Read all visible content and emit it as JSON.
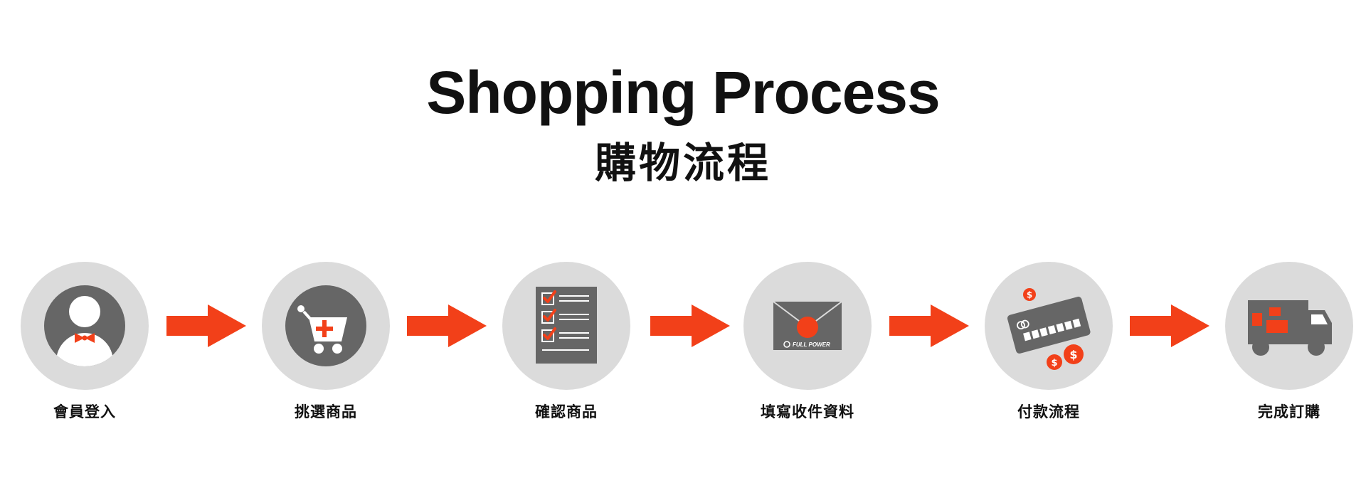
{
  "title": "Shopping Process",
  "subtitle": "購物流程",
  "steps": [
    {
      "label": "會員登入",
      "icon": "member-avatar-icon"
    },
    {
      "label": "挑選商品",
      "icon": "shopping-cart-add-icon"
    },
    {
      "label": "確認商品",
      "icon": "checklist-icon"
    },
    {
      "label": "填寫收件資料",
      "icon": "envelope-icon"
    },
    {
      "label": "付款流程",
      "icon": "credit-card-icon"
    },
    {
      "label": "完成訂購",
      "icon": "delivery-truck-icon"
    }
  ],
  "envelope_logo_text": "FULL POWER",
  "payment_symbol": "$",
  "colors": {
    "accent": "#f24019",
    "icon": "#666666",
    "circle": "#dbdbdb",
    "text": "#111111"
  }
}
